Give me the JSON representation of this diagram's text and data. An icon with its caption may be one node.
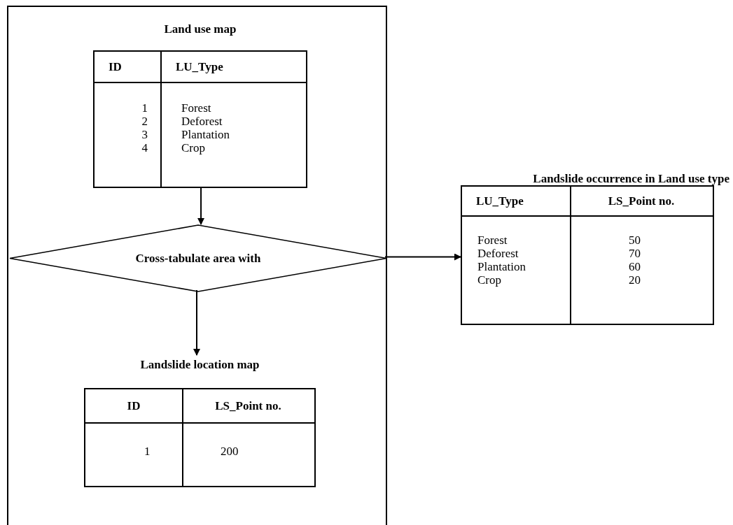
{
  "diagram": {
    "nodes": [
      {
        "text": [],
        "shape": "box"
      },
      {
        "text": [
          "Land use map",
          "ID",
          "LU_Type",
          "1",
          "Forest",
          "2",
          "Deforest",
          "3",
          "Plantation",
          "4",
          "Crop"
        ],
        "in": 0
      },
      {
        "text": [
          "Cross-tabulate area with"
        ],
        "in": 0
      },
      {
        "text": [
          "Landslide location map",
          "ID",
          "LS_Point no.",
          "1",
          "200"
        ],
        "in": 0
      },
      {
        "text": [
          "Landslide occurrence in Land use type",
          "LU_Type",
          "LS_Point no.",
          "Forest",
          "50",
          "Deforest",
          "70",
          "Plantation",
          "60",
          "Crop",
          "20"
        ]
      }
    ],
    "edges": [
      {
        "from": 1,
        "to": 2,
        "arrow": "to"
      },
      {
        "from": 2,
        "to": 3,
        "arrow": "to"
      },
      {
        "from": 2,
        "to": 4,
        "arrow": "to"
      }
    ]
  }
}
